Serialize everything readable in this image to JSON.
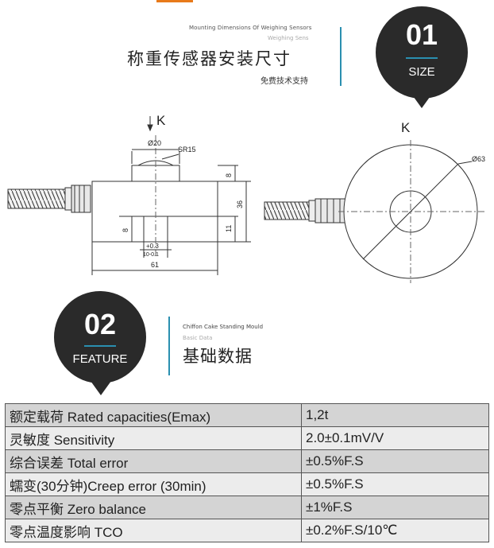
{
  "header1": {
    "en_title": "Mounting Dimensions Of Weighing Sensors",
    "en_sub": "Weighing Sens",
    "zh_title": "称重传感器安装尺寸",
    "zh_sub": "免费技术支持"
  },
  "badge1": {
    "num": "01",
    "label": "SIZE"
  },
  "badge2": {
    "num": "02",
    "label": "FEATURE"
  },
  "header2": {
    "en_title": "Chiffon Cake Standing Mould",
    "en_sub": "Basic Data",
    "zh_title": "基础数据"
  },
  "drawing": {
    "k_left": "K",
    "k_right": "K",
    "dia20": "Ø20",
    "sr15": "SR15",
    "dim8_top": "8",
    "dim36": "36",
    "dim11": "11",
    "dim8_left": "8",
    "tol_top": "+0.3",
    "tol_bottom": "10-0.1",
    "dim61": "61",
    "dia63": "Ø63"
  },
  "specs": {
    "rows": [
      {
        "label": "额定载荷 Rated capacities(Emax)",
        "value": "1,2t"
      },
      {
        "label": "灵敏度 Sensitivity",
        "value": "2.0±0.1mV/V"
      },
      {
        "label": "综合误差 Total error",
        "value": "±0.5%F.S"
      },
      {
        "label": "蠕变(30分钟)Creep error (30min)",
        "value": "±0.5%F.S"
      },
      {
        "label": "零点平衡 Zero balance",
        "value": "±1%F.S"
      },
      {
        "label": "零点温度影响 TCO",
        "value": "±0.2%F.S/10℃"
      }
    ]
  },
  "colors": {
    "accent": "#2a8fb0",
    "badge": "#2a2a2a",
    "tab": "#e87a1a"
  }
}
